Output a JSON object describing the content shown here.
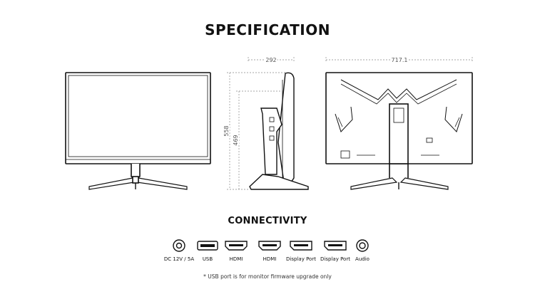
{
  "page": {
    "title": "SPECIFICATION",
    "connectivity_title": "CONNECTIVITY",
    "note": "* USB port is for monitor firmware upgrade only"
  },
  "dimensions": {
    "side_depth": "292",
    "back_width": "717.1",
    "total_height": "558",
    "panel_height": "469"
  },
  "ports": [
    {
      "label": "DC 12V / 5A",
      "icon": "dc-power-icon"
    },
    {
      "label": "USB",
      "icon": "usb-icon"
    },
    {
      "label": "HDMI",
      "icon": "hdmi-icon"
    },
    {
      "label": "HDMI",
      "icon": "hdmi-icon"
    },
    {
      "label": "Display Port",
      "icon": "displayport-icon"
    },
    {
      "label": "Display Port",
      "icon": "displayport-icon"
    },
    {
      "label": "Audio",
      "icon": "audio-jack-icon"
    }
  ]
}
